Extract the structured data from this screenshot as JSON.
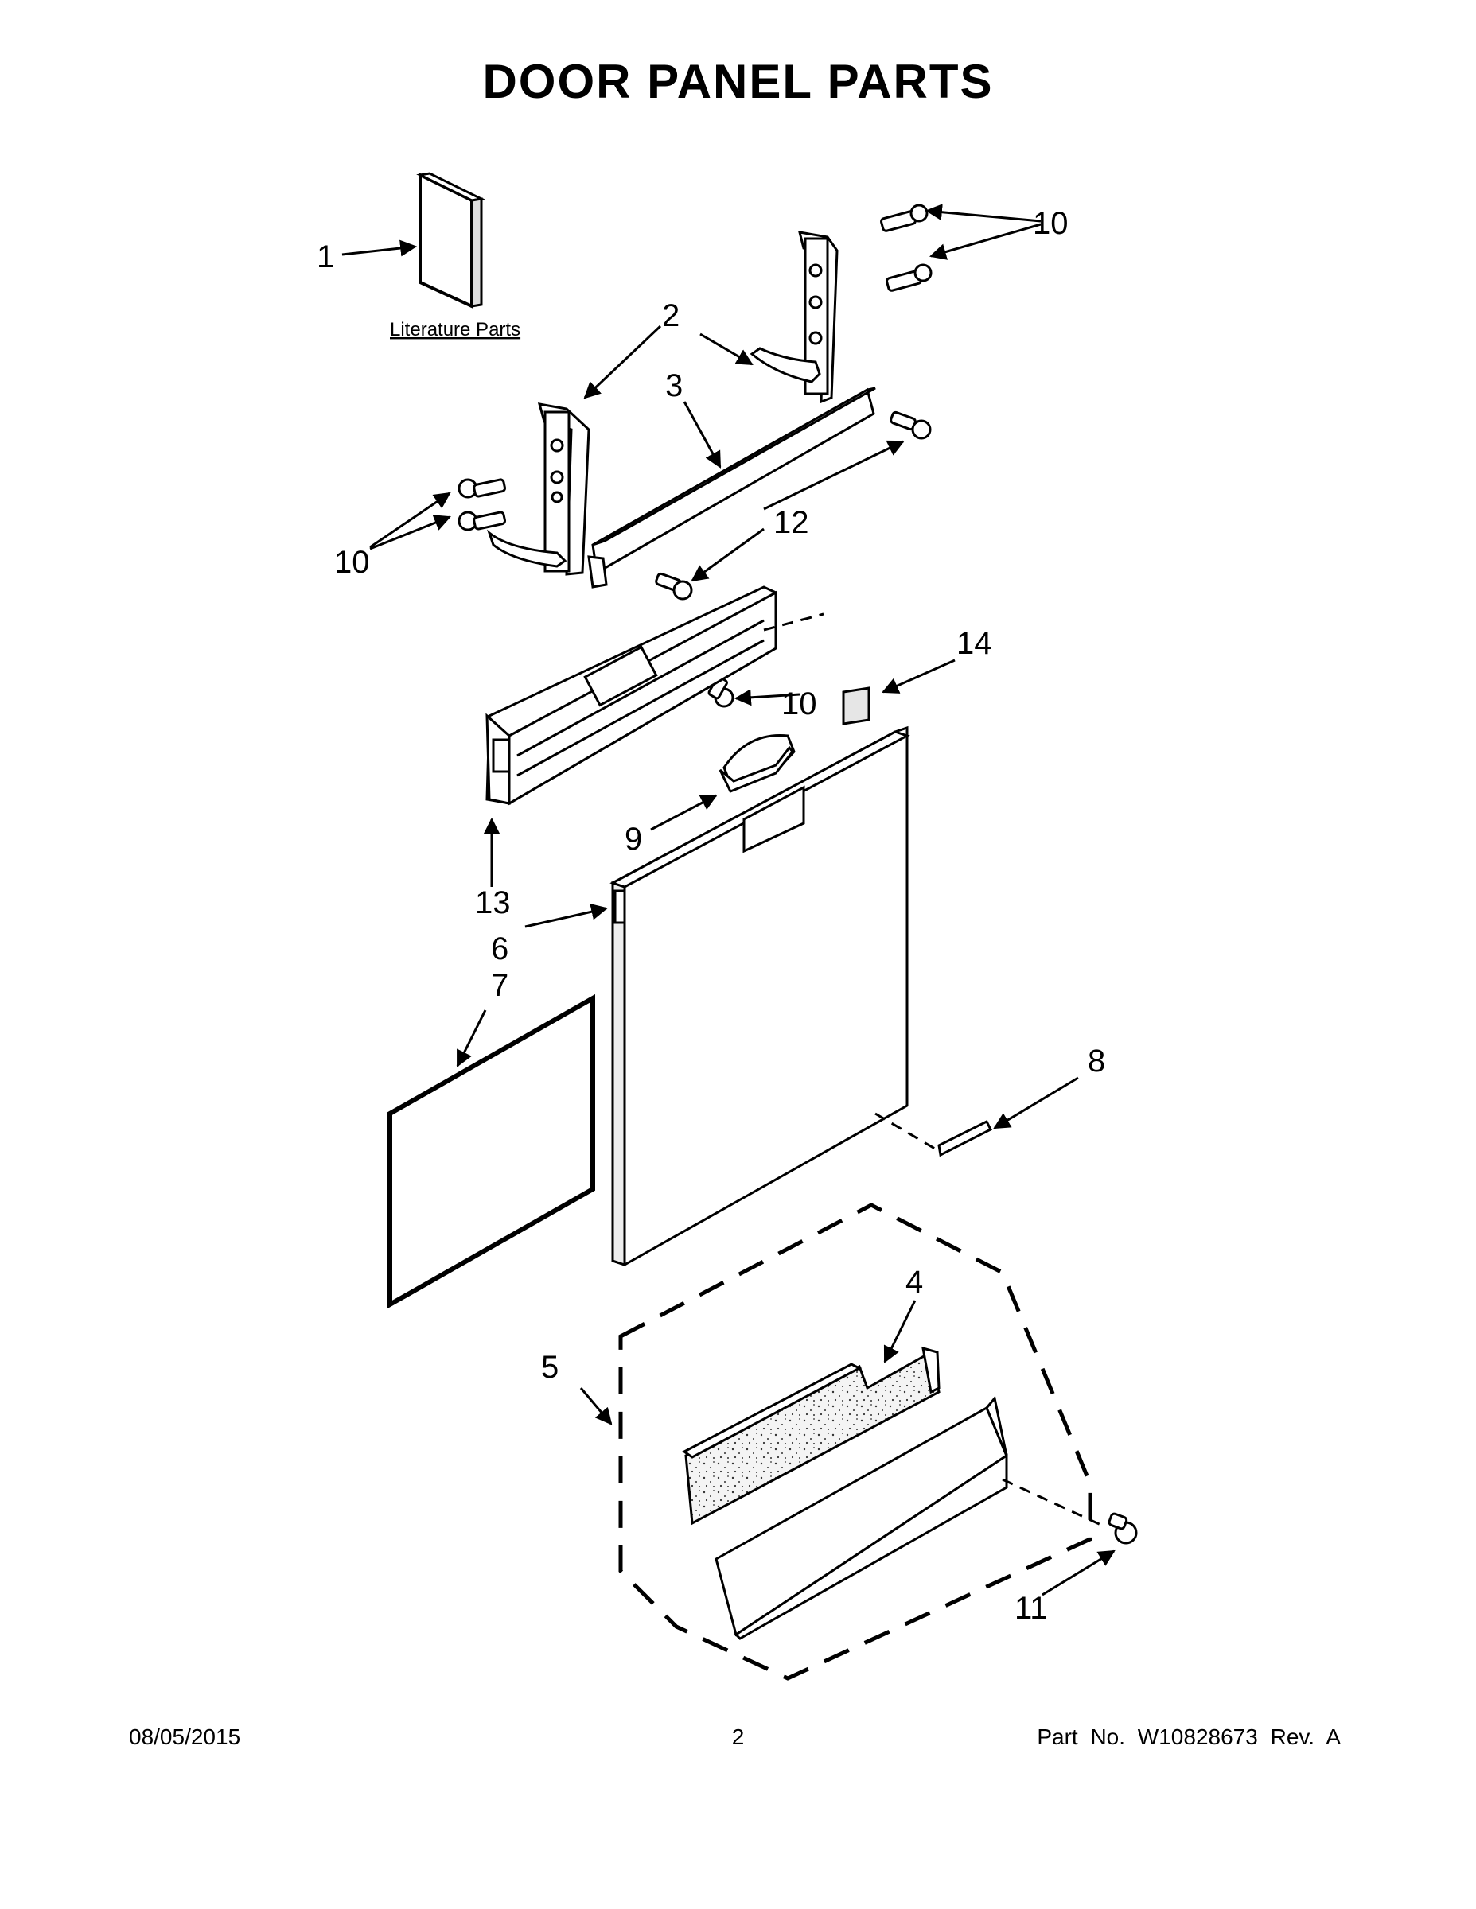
{
  "page": {
    "title": "DOOR PANEL PARTS",
    "date": "08/05/2015",
    "page_number": "2",
    "part_number_text": "Part No.  W10828673  Rev.  A"
  },
  "diagram": {
    "literature_label": "Literature Parts",
    "callouts": {
      "c1": "1",
      "c2": "2",
      "c3": "3",
      "c4": "4",
      "c5": "5",
      "c6": "6",
      "c7": "7",
      "c8": "8",
      "c9": "9",
      "c10a": "10",
      "c10b": "10",
      "c10c": "10",
      "c11": "11",
      "c12": "12",
      "c13": "13",
      "c14": "14"
    }
  }
}
